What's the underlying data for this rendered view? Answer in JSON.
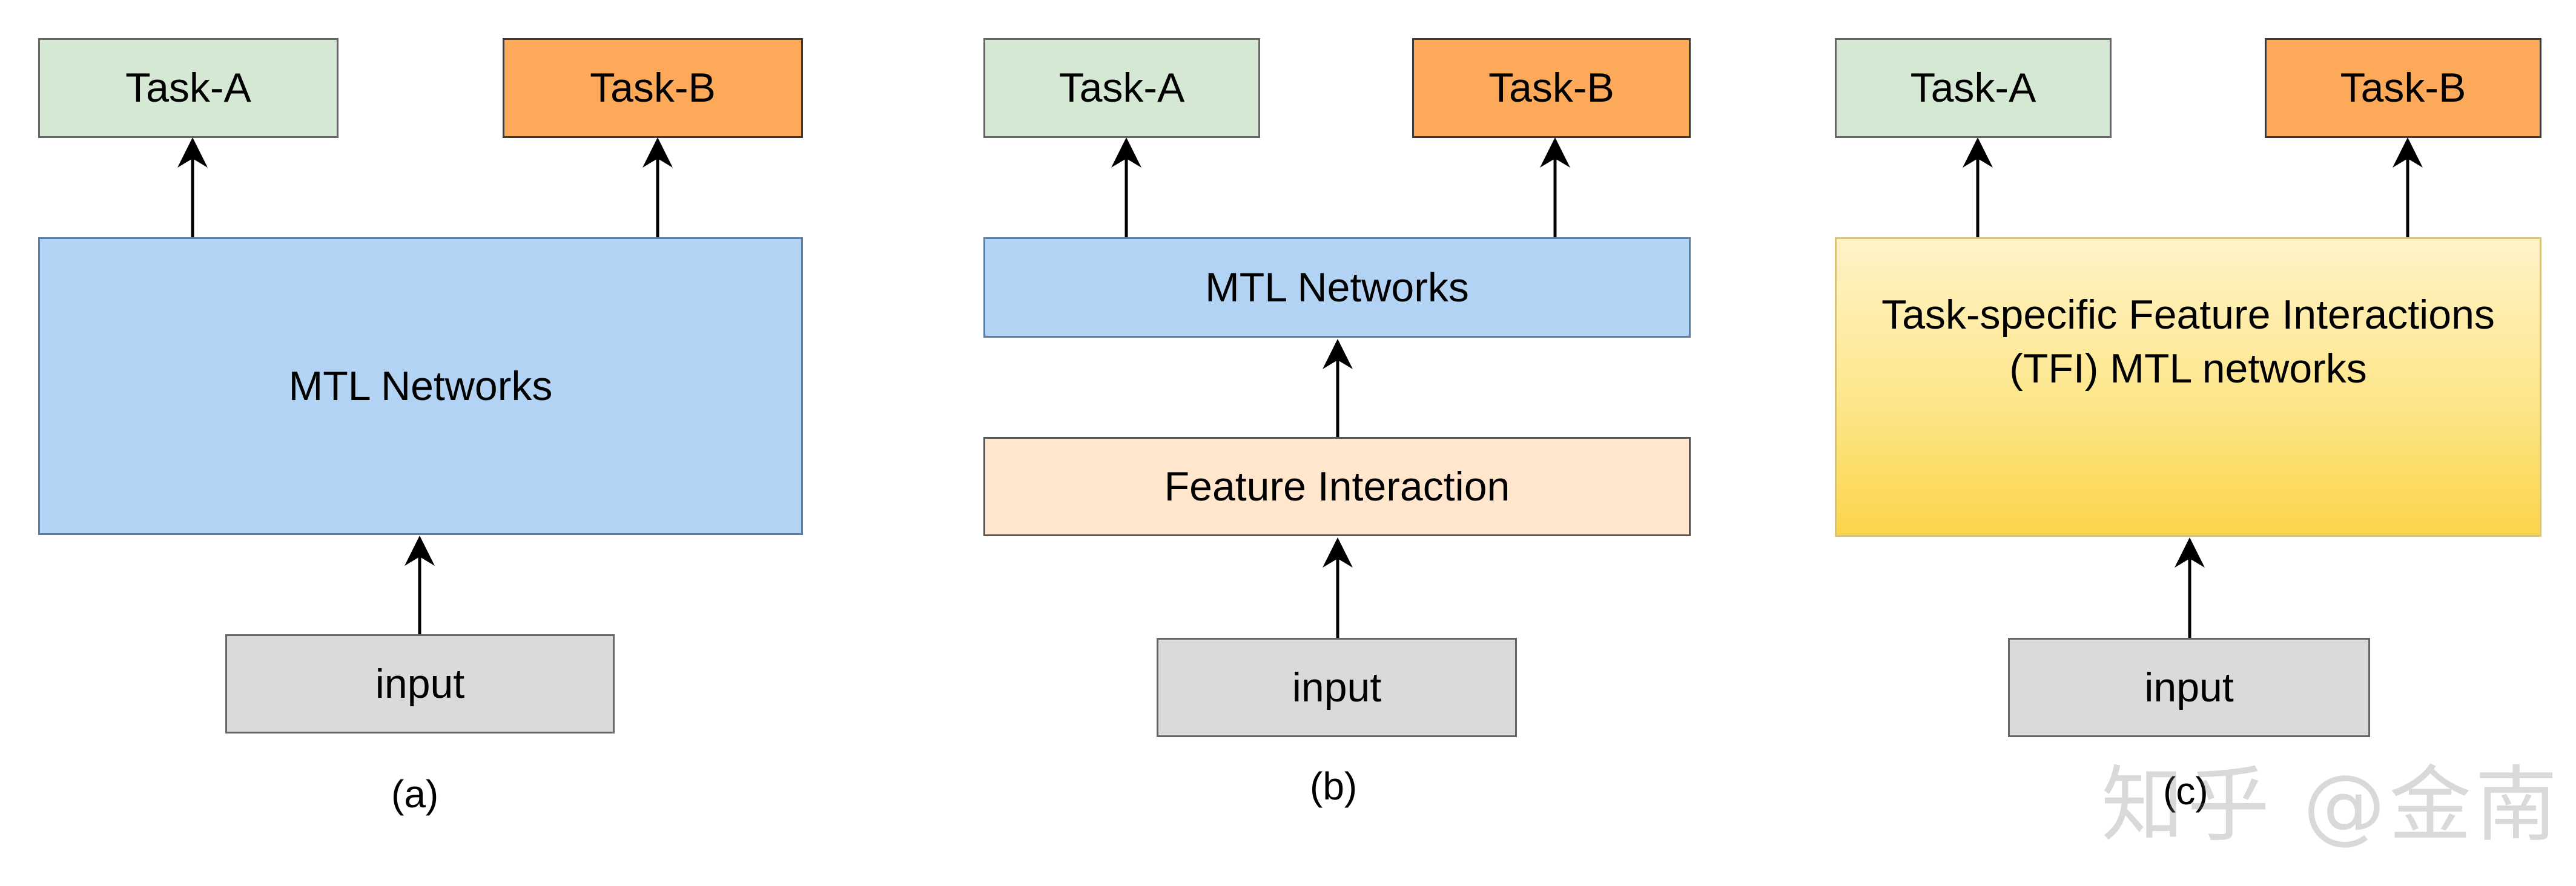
{
  "panels": {
    "a": {
      "task_a": "Task-A",
      "task_b": "Task-B",
      "network": "MTL Networks",
      "input": "input",
      "caption": "(a)"
    },
    "b": {
      "task_a": "Task-A",
      "task_b": "Task-B",
      "network": "MTL Networks",
      "feature_interaction": "Feature Interaction",
      "input": "input",
      "caption": "(b)"
    },
    "c": {
      "task_a": "Task-A",
      "task_b": "Task-B",
      "network_line1": "Task-specific Feature Interactions",
      "network_line2": "(TFI) MTL networks",
      "input": "input",
      "caption": "(c)"
    }
  },
  "watermark": "知乎 @金南",
  "colors": {
    "task_a": "#d5e8d4",
    "task_b": "#fca95a",
    "mtl": "#b2d3f3",
    "feature_interaction": "#ffe6cc",
    "input": "#dadada",
    "tfi_gradient_top": "#fff3c8",
    "tfi_gradient_bottom": "#fbd54a"
  }
}
